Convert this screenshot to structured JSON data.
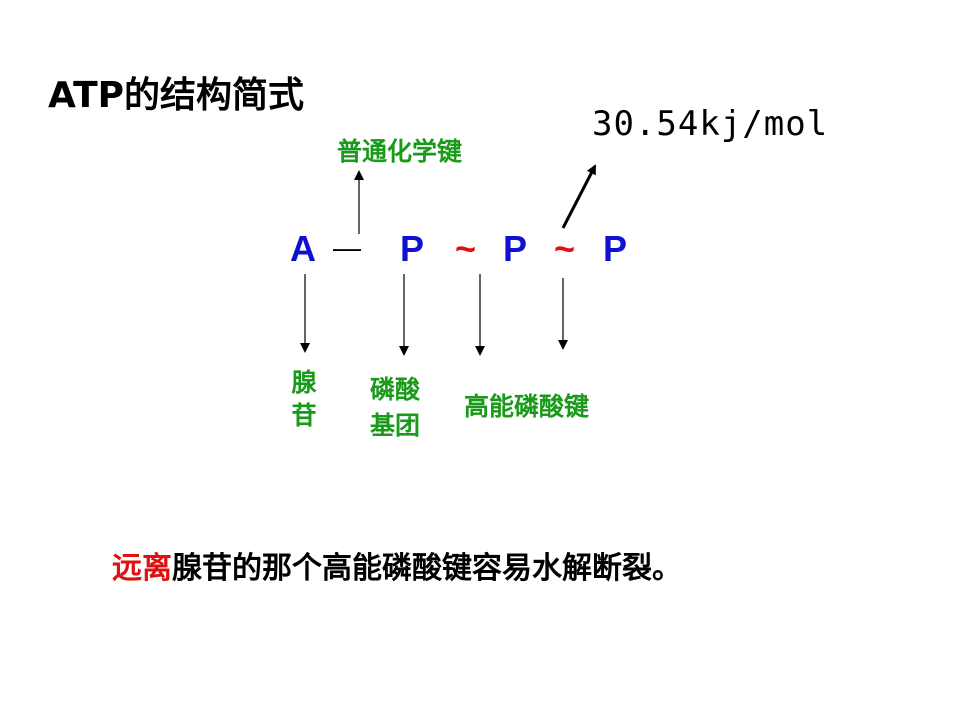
{
  "title": "ATP的结构简式",
  "energy_label": "30.54kj/mol",
  "labels": {
    "common_bond": "普通化学键",
    "adenosine": "腺苷",
    "phosphate_group": "磷酸基团",
    "high_energy_bond": "高能磷酸键"
  },
  "formula": {
    "A": "A",
    "dash": "—",
    "P1": "P",
    "tilde1": "~",
    "P2": "P",
    "tilde2": "~",
    "P3": "P"
  },
  "bottom_text": {
    "highlight": "远离",
    "rest": "腺苷的那个高能磷酸键容易水解断裂。"
  },
  "colors": {
    "green": "#1a9a1a",
    "blue": "#1010d0",
    "red": "#e01010"
  }
}
